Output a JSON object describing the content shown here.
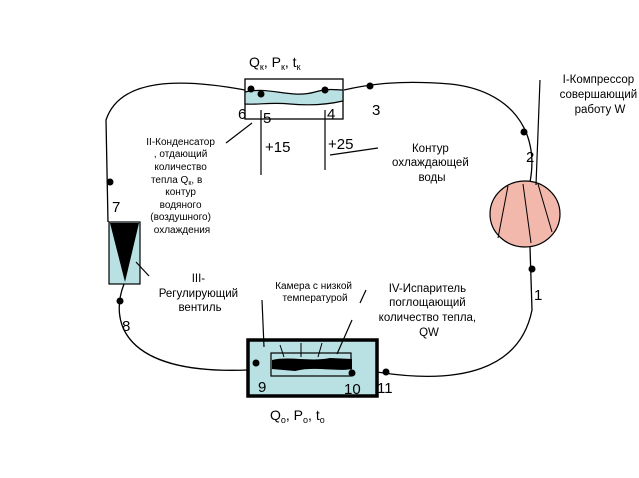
{
  "colors": {
    "pipe_fill": "#b9e0e3",
    "compressor_fill": "#f2b8ac",
    "evaporator_fill": "#b9e0e3"
  },
  "condenser_label": {
    "q": "Q",
    "q_sub": "к",
    "sep1": ", P",
    "p_sub": "к",
    "sep2": ", t",
    "t_sub": "к"
  },
  "evaporator_label": {
    "q": "Q",
    "q_sub": "o",
    "sep1": ", P",
    "p_sub": "o",
    "sep2": ", t",
    "t_sub": "o"
  },
  "points": {
    "p1": "1",
    "p2": "2",
    "p3": "3",
    "p4": "4",
    "p5": "5",
    "p6": "6",
    "p7": "7",
    "p8": "8",
    "p9": "9",
    "p10": "10",
    "p11": "11"
  },
  "temps": {
    "t15": "+15",
    "t25": "+25"
  },
  "compressor_text": [
    "I-Компрессор",
    "совершающий",
    "работу W"
  ],
  "condenser_text": [
    "II-Конденсатор",
    ", отдающий",
    "количество",
    "тепла Q",
    "к",
    ", в",
    "контур",
    "водяного",
    "(воздушного)",
    "охлаждения"
  ],
  "water_loop_text": [
    "Контур",
    "охлаждающей",
    "воды"
  ],
  "valve_text": [
    "III-",
    "Регулирующий",
    "вентиль"
  ],
  "chamber_text": [
    "Камера с низкой",
    "температурой"
  ],
  "evaporator_text": [
    "IV-Испаритель",
    "поглощающий",
    "количество тепла,",
    "QW"
  ]
}
